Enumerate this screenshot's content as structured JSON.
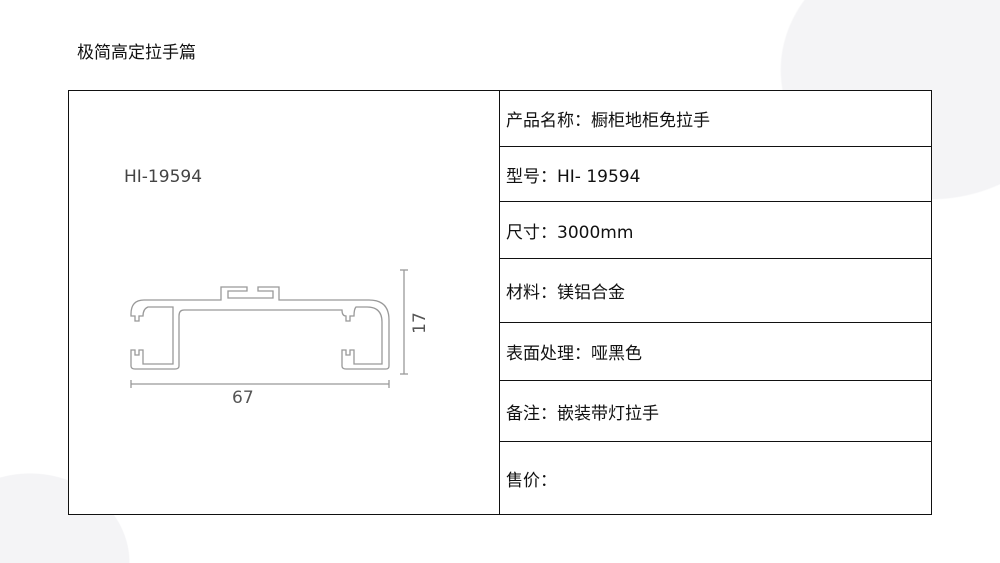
{
  "page_title": "极简高定拉手篇",
  "product": {
    "model_label": "HI-19594",
    "dim_width": "67",
    "dim_height": "17"
  },
  "specs": [
    "产品名称：橱柜地柜免拉手",
    "型号：HI- 19594",
    "尺寸：3000mm",
    "材料：镁铝合金",
    "表面处理：哑黑色",
    "备注：嵌装带灯拉手",
    "售价："
  ]
}
